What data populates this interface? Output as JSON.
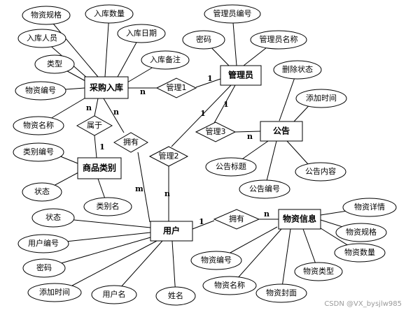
{
  "entities": {
    "purchase": "采购入库",
    "admin": "管理员",
    "notice": "公告",
    "category": "商品类别",
    "user": "用户",
    "goods": "物资信息"
  },
  "relationships": {
    "manage1": "管理1",
    "manage2": "管理2",
    "manage3": "管理3",
    "belong": "属于",
    "own1": "拥有",
    "own2": "拥有"
  },
  "attributes": {
    "purchase": [
      "物资规格",
      "入库数量",
      "入库人员",
      "入库日期",
      "类型",
      "入库备注",
      "物资编号",
      "物资名称"
    ],
    "admin": [
      "管理员编号",
      "密码",
      "管理员名称"
    ],
    "notice": [
      "删除状态",
      "添加时间",
      "公告标题",
      "公告内容",
      "公告编号"
    ],
    "category": [
      "类别编号",
      "状态",
      "类别名"
    ],
    "user": [
      "状态",
      "用户编号",
      "密码",
      "添加时间",
      "用户名",
      "姓名"
    ],
    "goods": [
      "物资详情",
      "物资规格",
      "物资数量",
      "物资类型",
      "物资封面",
      "物资名称",
      "物资编号"
    ]
  },
  "cardinalities": {
    "purchase_manage1": "n",
    "admin_manage1": "1",
    "admin_manage3": "1",
    "notice_manage3": "n",
    "purchase_belong": "n",
    "category_belong": "1",
    "purchase_own1": "n",
    "user_own1": "m",
    "admin_manage2": "1",
    "user_manage2": "n",
    "user_own2": "1",
    "goods_own2": "n"
  },
  "watermark": "CSDN @VX_bysjlw985"
}
